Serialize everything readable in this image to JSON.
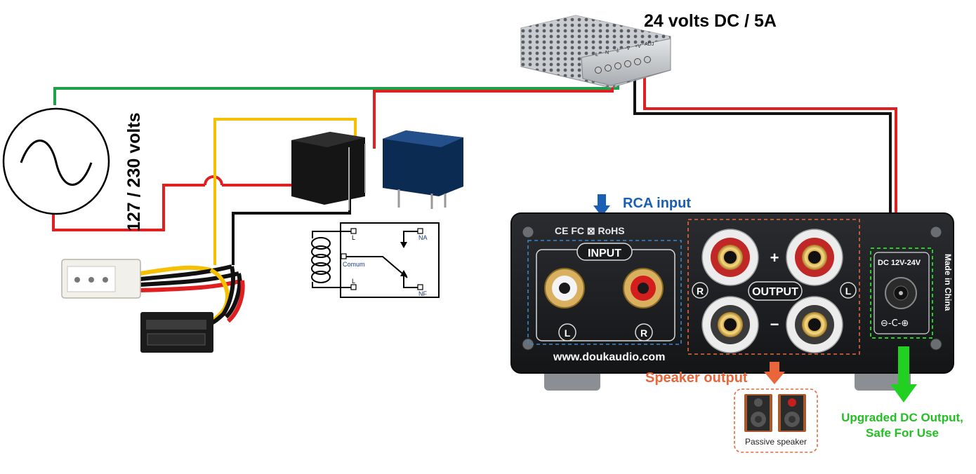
{
  "labels": {
    "psu_rating": "24 volts DC / 5A",
    "mains_voltage": "127 / 230 volts",
    "rca_input": "RCA input",
    "speaker_output": "Speaker output",
    "dc_output": "Upgraded DC Output,",
    "dc_output_2": "Safe For Use",
    "passive_speaker": "Passive speaker"
  },
  "psu": {
    "terminal_labels": [
      "L",
      "N",
      "⏚",
      "-V",
      "+V",
      "ADJ"
    ]
  },
  "relay_schematic": {
    "coil_top": "L",
    "coil_bottom": "L",
    "common": "Comum",
    "no": "NA",
    "nc": "NF"
  },
  "amplifier": {
    "certs": "CE FC ⊠ RoHS",
    "input_title": "INPUT",
    "input_left": "L",
    "input_right": "R",
    "output_title": "OUTPUT",
    "output_r": "R",
    "output_l": "L",
    "plus": "+",
    "minus": "−",
    "dc_label": "DC 12V-24V",
    "made_in": "Made in China",
    "polarity": "⊖-C-⊕",
    "website": "www.doukaudio.com"
  },
  "colors": {
    "wire_green": "#1fa04a",
    "wire_red": "#e02020",
    "wire_black": "#111111",
    "wire_yellow": "#f5c000",
    "rca_blue": "#1a5fb4",
    "speaker_orange": "#e8663a",
    "dc_green": "#22d022"
  }
}
